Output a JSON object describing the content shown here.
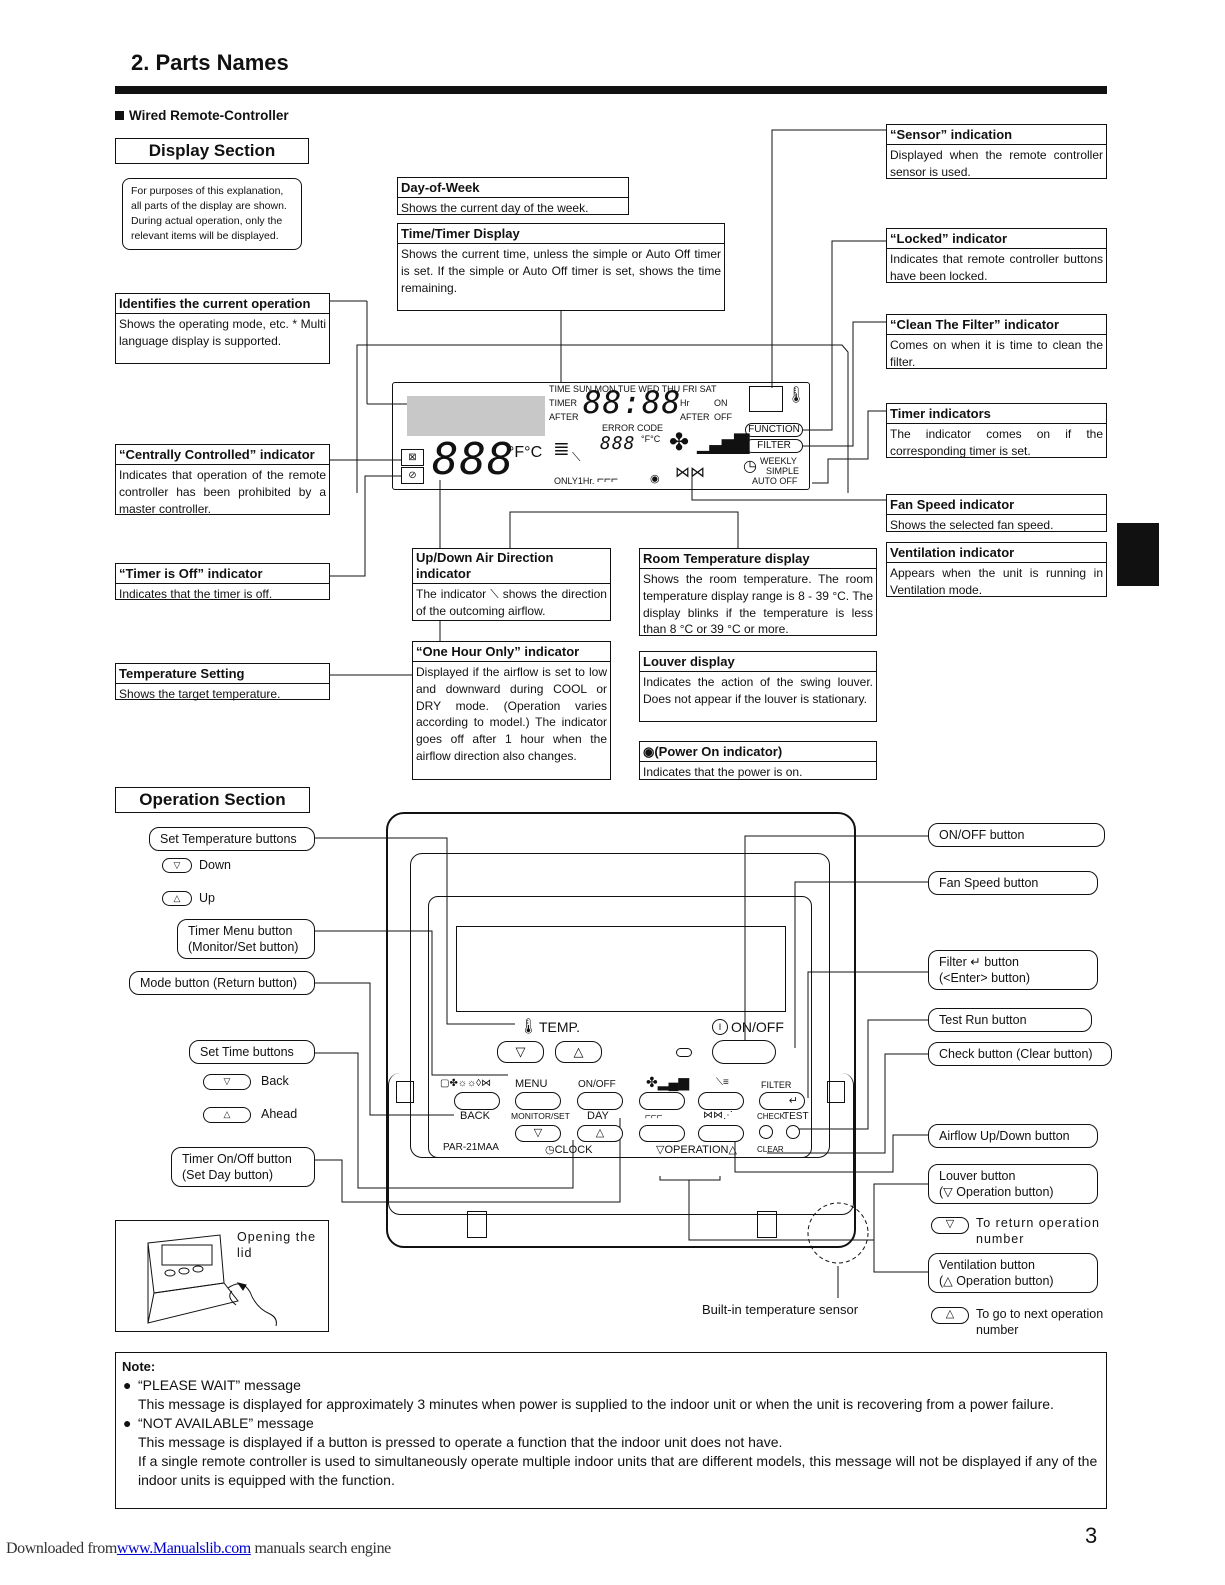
{
  "header": {
    "title": "2. Parts Names",
    "subheading": "Wired Remote-Controller"
  },
  "display_section": {
    "label": "Display Section",
    "explanation": "For purposes of this explanation, all parts of the display are shown. During actual operation, only the relevant items will be displayed.",
    "callouts": {
      "day_of_week": {
        "title": "Day-of-Week",
        "body": "Shows the current day of the week."
      },
      "time_timer": {
        "title": "Time/Timer Display",
        "body": "Shows the current time, unless the simple or Auto Off timer is set. If the simple or Auto Off timer is set, shows the time remaining."
      },
      "current_operation": {
        "title": "Identifies the current operation",
        "body": "Shows the operating mode, etc. * Multi language display is supported."
      },
      "centrally_controlled": {
        "title": "“Centrally Controlled” indicator",
        "body": "Indicates that operation of the remote controller has been prohibited by a master controller."
      },
      "timer_off": {
        "title": "“Timer is Off” indicator",
        "body": "Indicates that the timer is off."
      },
      "temperature_setting": {
        "title": "Temperature Setting",
        "body": "Shows the target temperature."
      },
      "up_down_air": {
        "title": "Up/Down Air Direction indicator",
        "body": "The indicator ⟍ shows the direction of the outcoming airflow."
      },
      "one_hour_only": {
        "title": "“One Hour Only” indicator",
        "body": "Displayed if the airflow is set to low and downward during COOL or DRY mode. (Operation varies according to model.) The indicator goes off after 1 hour when the airflow direction also changes."
      },
      "room_temperature": {
        "title": "Room Temperature display",
        "body": "Shows the room temperature. The room temperature display range is 8 - 39 °C. The display blinks if the temperature is less than 8 °C or 39 °C or more."
      },
      "louver_display": {
        "title": "Louver display",
        "body": "Indicates the action of the swing louver. Does not appear if the louver is stationary."
      },
      "power_on": {
        "title": "(Power On indicator)",
        "body": "Indicates that the power is on."
      },
      "sensor": {
        "title": "“Sensor” indication",
        "body": "Displayed when the remote controller sensor is used."
      },
      "locked": {
        "title": "“Locked” indicator",
        "body": "Indicates that remote controller buttons have been locked."
      },
      "clean_filter": {
        "title": "“Clean The Filter” indicator",
        "body": "Comes on when it is time to clean the filter."
      },
      "timer_indicators": {
        "title": "Timer indicators",
        "body": "The indicator comes on if the corresponding timer is set."
      },
      "fan_speed": {
        "title": "Fan Speed indicator",
        "body": "Shows the selected fan speed."
      },
      "ventilation": {
        "title": "Ventilation indicator",
        "body": "Appears when the unit is running in Ventilation mode."
      }
    },
    "lcd": {
      "days": "TIME  SUN  MON  TUE  WED  THU  FRI  SAT",
      "timer": "TIMER",
      "after": "AFTER",
      "after2": "AFTER",
      "hr": "Hr",
      "on": "ON",
      "off": "OFF",
      "error_code": "ERROR CODE",
      "clock_digits": "88:88",
      "temp_digits": "888",
      "unit": "°F°C",
      "room_digits": "888",
      "room_unit": "°F°C",
      "only1hr": "ONLY1Hr.",
      "function": "FUNCTION",
      "filter": "FILTER",
      "weekly": "WEEKLY",
      "simple": "SIMPLE",
      "auto_off": "AUTO OFF"
    }
  },
  "operation_section": {
    "label": "Operation Section",
    "left_buttons": {
      "set_temp": "Set Temperature buttons",
      "down": "Down",
      "up": "Up",
      "timer_menu_line1": "Timer Menu button",
      "timer_menu_line2": "(Monitor/Set button)",
      "mode": "Mode button (Return button)",
      "set_time": "Set Time buttons",
      "back": "Back",
      "ahead": "Ahead",
      "timer_onoff_line1": "Timer On/Off button",
      "timer_onoff_line2": "(Set Day button)"
    },
    "right_buttons": {
      "onoff": "ON/OFF button",
      "fan_speed": "Fan Speed button",
      "filter_line1_a": "Filter",
      "filter_line1_b": "button",
      "filter_line2": "(<Enter> button)",
      "test_run": "Test Run button",
      "check": "Check button (Clear button)",
      "airflow": "Airflow Up/Down button",
      "louver_line1": "Louver button",
      "louver_line2": "Operation button)",
      "return_op": "To return operation number",
      "vent_line1": "Ventilation button",
      "vent_line2": "Operation button)",
      "next_op": "To go to next operation number"
    },
    "remote_labels": {
      "temp": "TEMP.",
      "onoff": "ON/OFF",
      "menu": "MENU",
      "onoff_small": "ON/OFF",
      "filter": "FILTER",
      "back": "BACK",
      "monitor_set": "MONITOR/SET",
      "day": "DAY",
      "check": "CHECK",
      "test": "TEST",
      "model": "PAR-21MAA",
      "clock": "CLOCK",
      "operation": "OPERATION",
      "clear": "CLEAR"
    },
    "opening_lid": "Opening the lid",
    "sensor_label": "Built-in temperature sensor"
  },
  "note": {
    "heading": "Note:",
    "items": [
      {
        "title": "“PLEASE WAIT” message",
        "lines": [
          "This message is displayed for approximately 3 minutes when power is supplied to the indoor unit or when the unit is recovering from a power failure."
        ]
      },
      {
        "title": "“NOT AVAILABLE” message",
        "lines": [
          "This message is displayed if a button is pressed to operate a function that the indoor unit does not have.",
          "If a single remote controller is used to simultaneously operate multiple indoor units that are different models, this message will not be displayed if any of the indoor units is equipped with the function."
        ]
      }
    ]
  },
  "page_number": "3",
  "footer": {
    "prefix": "Downloaded from",
    "link": "www.Manualslib.com",
    "suffix": " manuals search engine"
  }
}
